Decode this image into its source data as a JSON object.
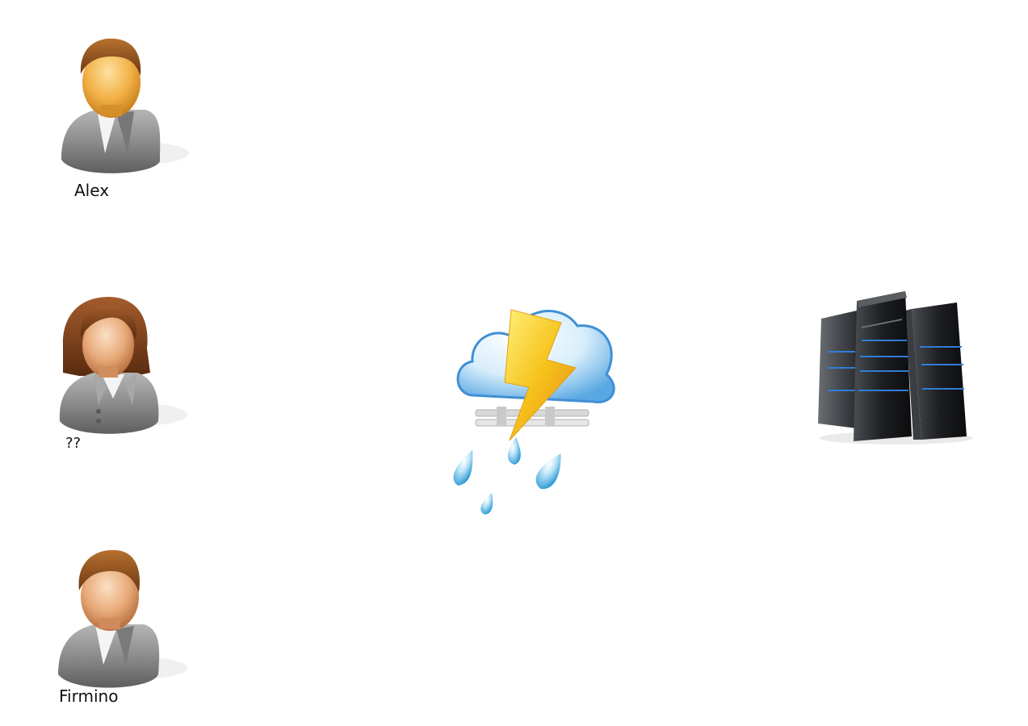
{
  "users": [
    {
      "id": "alex",
      "label": "Alex",
      "icon": "male-user-icon"
    },
    {
      "id": "unknown",
      "label": "??",
      "icon": "female-user-icon"
    },
    {
      "id": "firmino",
      "label": "Firmino",
      "icon": "male-user-icon"
    }
  ],
  "network": {
    "icon": "storm-cloud-icon"
  },
  "server": {
    "icon": "server-rack-icon"
  },
  "colors": {
    "skin": "#f2b046",
    "hair_brown": "#8a4a1c",
    "suit": "#8c8c8c",
    "cloud": "#6fb7ec",
    "bolt": "#f6c21a",
    "rain": "#5bb6e6",
    "server": "#1f2124",
    "server_light": "#2f7dd6"
  }
}
